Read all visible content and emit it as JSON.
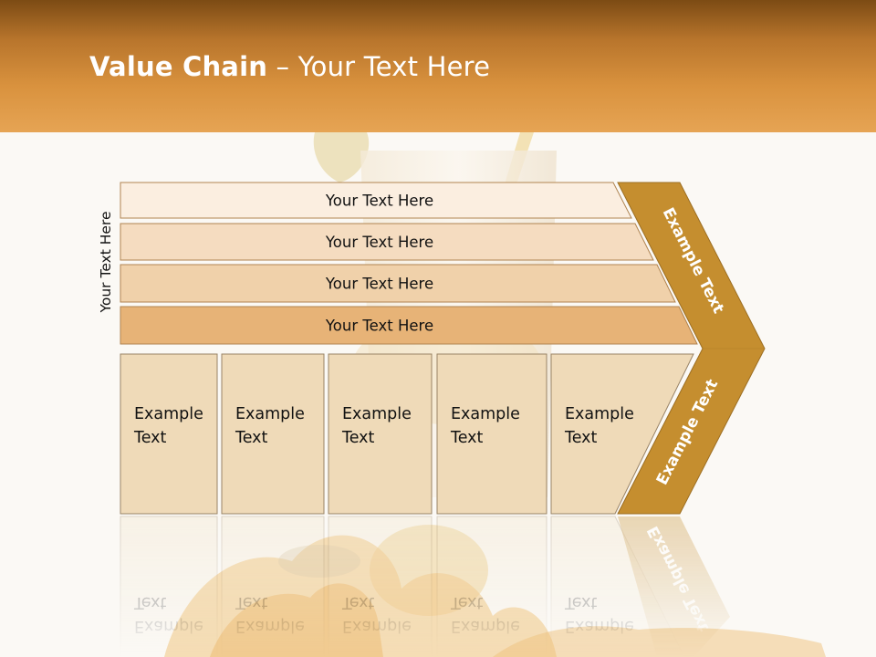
{
  "slide": {
    "title_bold": "Value Chain",
    "title_rest": " – Your Text Here",
    "side_label": "Your Text Here"
  },
  "bars": [
    {
      "label": "Your Text Here",
      "color": "#fbeee0"
    },
    {
      "label": "Your Text Here",
      "color": "#f5dcc0"
    },
    {
      "label": "Your Text Here",
      "color": "#f0d1aa"
    },
    {
      "label": "Your Text Here",
      "color": "#e7b377"
    }
  ],
  "cells": [
    {
      "line1": "Example",
      "line2": "Text"
    },
    {
      "line1": "Example",
      "line2": "Text"
    },
    {
      "line1": "Example",
      "line2": "Text"
    },
    {
      "line1": "Example",
      "line2": "Text"
    },
    {
      "line1": "Example",
      "line2": "Text"
    }
  ],
  "chevron": {
    "upper_label": "Example Text",
    "lower_label": "Example Text",
    "color": "#c58e2f"
  },
  "colors": {
    "header_dark": "#7c4b14",
    "header_light": "#e6a454",
    "cell_fill": "#efdab8",
    "cell_stroke": "#9a8466",
    "bar_stroke": "#b08451"
  }
}
